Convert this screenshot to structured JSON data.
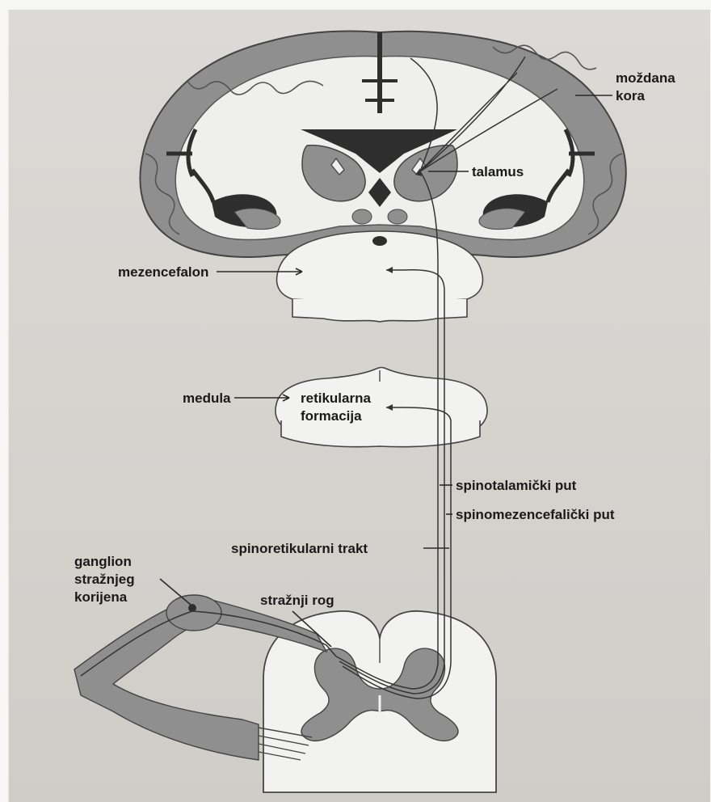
{
  "labels": {
    "cortex_line1": "moždana",
    "cortex_line2": "kora",
    "thalamus": "talamus",
    "midbrain": "mezencefalon",
    "medulla": "medula",
    "reticular_line1": "retikularna",
    "reticular_line2": "formacija",
    "spinothalamic": "spinotalamički put",
    "spinomesencephalic": "spinomezencefalički put",
    "spinoreticular": "spinoretikularni trakt",
    "ganglion_line1": "ganglion",
    "ganglion_line2": "stražnjeg",
    "ganglion_line3": "korijena",
    "dorsal_horn": "stražnji rog"
  },
  "colors": {
    "gray_matter": "#8f8f8f",
    "white_matter": "#efefed",
    "dark_ventricle": "#2e2e2e",
    "paper": "#d8d6d1"
  }
}
